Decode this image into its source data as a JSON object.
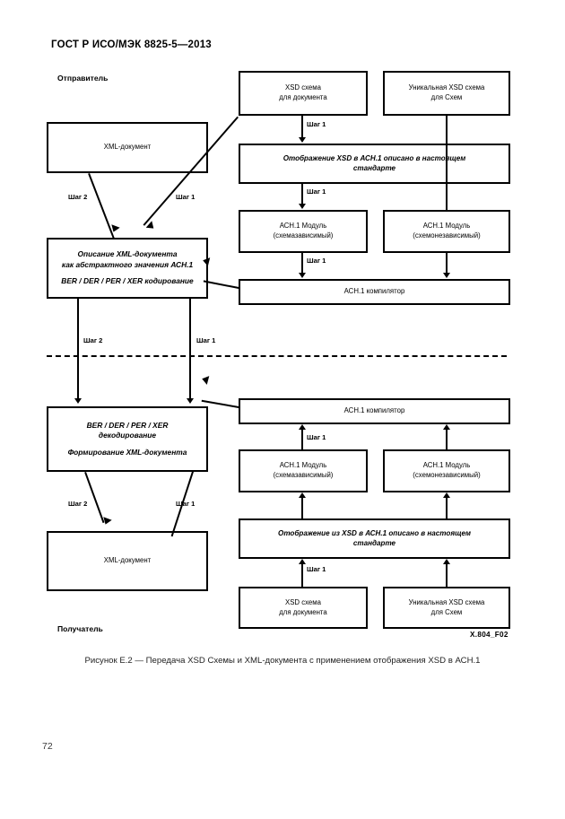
{
  "header": {
    "standard": "ГОСТ Р ИСО/МЭК 8825-5—2013"
  },
  "page_number": "72",
  "figure": {
    "reference_label": "X.804_F02",
    "caption": "Рисунок Е.2 — Передача XSD Схемы и XML-документа с применением отображения XSD в АСН.1"
  },
  "roles": {
    "sender": "Отправитель",
    "receiver": "Получатель"
  },
  "steps": {
    "step1": "Шаг 1",
    "step2": "Шаг 2"
  },
  "sender_section": {
    "xsd_schema_doc": {
      "line1": "XSD схема",
      "line2": "для документа"
    },
    "xsd_schema_unique": {
      "line1": "Уникальная XSD схема",
      "line2": "для Схем"
    },
    "mapping": {
      "line1": "Отображение XSD в АСН.1 описано в настоящем",
      "line2": "стандарте"
    },
    "asn_module_dep": {
      "line1": "АСН.1 Модуль",
      "line2": "(схемазависимый)"
    },
    "asn_module_indep": {
      "line1": "АСН.1 Модуль",
      "line2": "(схемонезависимый)"
    },
    "asn_compiler": {
      "line1": "АСН.1 компилятор"
    },
    "xml_document": {
      "line1": "XML-документ"
    },
    "encoding_box": {
      "line1": "Описание XML-документа",
      "line2": "как абстрактного значения АСН.1",
      "line3": "BER / DER / PER / XER кодирование"
    }
  },
  "receiver_section": {
    "asn_compiler": {
      "line1": "АСН.1 компилятор"
    },
    "asn_module_dep": {
      "line1": "АСН.1 Модуль",
      "line2": "(схемазависимый)"
    },
    "asn_module_indep": {
      "line1": "АСН.1 Модуль",
      "line2": "(схемонезависимый)"
    },
    "mapping": {
      "line1": "Отображение из XSD в АСН.1 описано в настоящем",
      "line2": "стандарте"
    },
    "xsd_schema_doc": {
      "line1": "XSD схема",
      "line2": "для документа"
    },
    "xsd_schema_unique": {
      "line1": "Уникальная XSD схема",
      "line2": "для Схем"
    },
    "decoding_box": {
      "line1": "BER / DER / PER / XER",
      "line2": "декодирование",
      "line3": "Формирование XML-документа"
    },
    "xml_document": {
      "line1": "XML-документ"
    }
  }
}
